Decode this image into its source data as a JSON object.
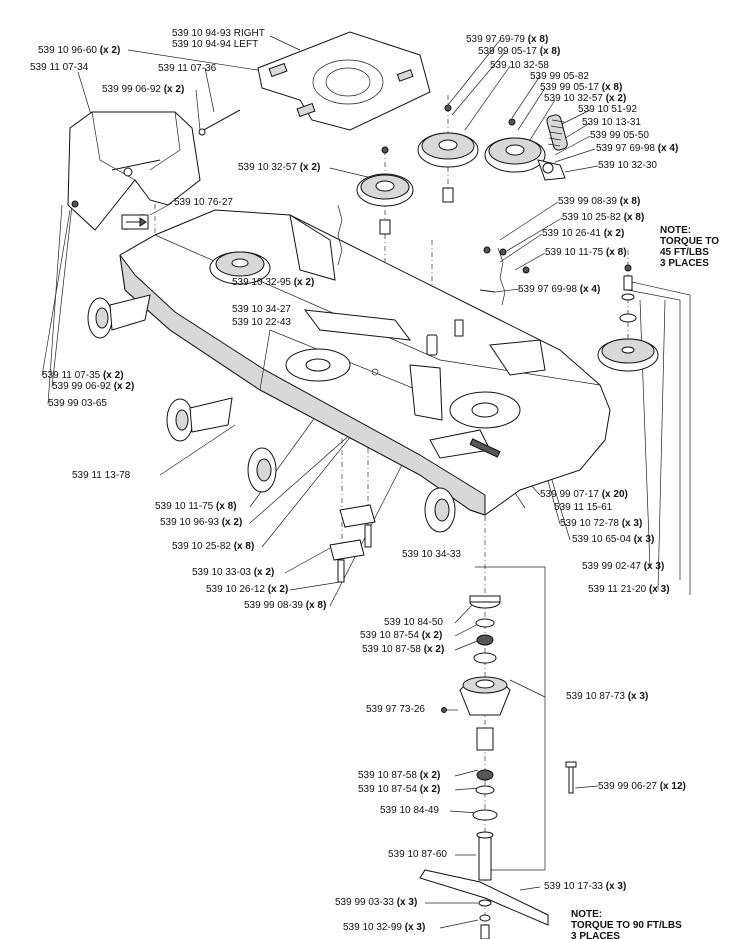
{
  "callouts": [
    {
      "part": "539 10 94-93",
      "suffix": " RIGHT"
    },
    {
      "part": "539 10 94-94",
      "suffix": " LEFT"
    },
    {
      "part": "539 10 96-60",
      "qty": " (x 2)"
    },
    {
      "part": "539 11 07-34"
    },
    {
      "part": "539 11 07-36"
    },
    {
      "part": "539 99 06-92",
      "qty": " (x 2)"
    },
    {
      "part": "539 97 69-79",
      "qty": " (x 8)"
    },
    {
      "part": "539 99 05-17",
      "qty": " (x 8)"
    },
    {
      "part": "539 10 32-58"
    },
    {
      "part": "539 99 05-82"
    },
    {
      "part": "539 99 05-17",
      "qty": " (x 8)"
    },
    {
      "part": "539 10 32-57",
      "qty": " (x 2)"
    },
    {
      "part": "539 10 51-92"
    },
    {
      "part": "539 10 13-31"
    },
    {
      "part": "539 99 05-50"
    },
    {
      "part": "539 97 69-98",
      "qty": " (x 4)"
    },
    {
      "part": "539 10 32-30"
    },
    {
      "part": "539 10 32-57",
      "qty": " (x 2)"
    },
    {
      "part": "539 10 76-27"
    },
    {
      "part": "539 99 08-39",
      "qty": " (x 8)"
    },
    {
      "part": "539 10 25-82",
      "qty": " (x 8)"
    },
    {
      "part": "539 10 26-41",
      "qty": " (x 2)"
    },
    {
      "part": "539 10 11-75",
      "qty": " (x 8)"
    },
    {
      "part": "539 97 69-98",
      "qty": " (x 4)"
    },
    {
      "part": "539 10 32-95",
      "qty": " (x 2)"
    },
    {
      "part": "539 10 34-27"
    },
    {
      "part": "539 10 22-43"
    },
    {
      "part": "539 11 07-35",
      "qty": " (x 2)"
    },
    {
      "part": "539 99 06-92",
      "qty": " (x 2)"
    },
    {
      "part": "539 99 03-65"
    },
    {
      "part": "539 11 13-78"
    },
    {
      "part": "539 99 07-17",
      "qty": " (x 20)"
    },
    {
      "part": "539 11 15-61"
    },
    {
      "part": "539 10 11-75",
      "qty": " (x 8)"
    },
    {
      "part": "539 10 72-78",
      "qty": " (x 3)"
    },
    {
      "part": "539 10 96-93",
      "qty": " (x 2)"
    },
    {
      "part": "539 10 65-04",
      "qty": " (x 3)"
    },
    {
      "part": "539 10 25-82",
      "qty": " (x 8)"
    },
    {
      "part": "539 10 34-33"
    },
    {
      "part": "539 99 02-47",
      "qty": " (x 3)"
    },
    {
      "part": "539 10 33-03",
      "qty": " (x 2)"
    },
    {
      "part": "539 10 26-12",
      "qty": " (x 2)"
    },
    {
      "part": "539 11 21-20",
      "qty": " (x 3)"
    },
    {
      "part": "539 99 08-39",
      "qty": " (x 8)"
    },
    {
      "part": "539 10 84-50"
    },
    {
      "part": "539 10 87-54",
      "qty": " (x 2)"
    },
    {
      "part": "539 10 87-58",
      "qty": " (x 2)"
    },
    {
      "part": "539 10 87-73",
      "qty": " (x 3)"
    },
    {
      "part": "539 97 73-26"
    },
    {
      "part": "539 10 87-58",
      "qty": " (x 2)"
    },
    {
      "part": "539 10 87-54",
      "qty": " (x 2)"
    },
    {
      "part": "539 99 06-27",
      "qty": " (x 12)"
    },
    {
      "part": "539 10 84-49"
    },
    {
      "part": "539 10 87-60"
    },
    {
      "part": "539 10 17-33",
      "qty": " (x 3)"
    },
    {
      "part": "539 99 03-33",
      "qty": " (x 3)"
    },
    {
      "part": "539 10 32-99",
      "qty": " (x 3)"
    }
  ],
  "notes": {
    "torque45": [
      "NOTE:",
      "TORQUE TO",
      "45 FT/LBS",
      "3 PLACES"
    ],
    "torque90": [
      "NOTE:",
      "TORQUE TO 90 FT/LBS",
      "3 PLACES"
    ]
  }
}
